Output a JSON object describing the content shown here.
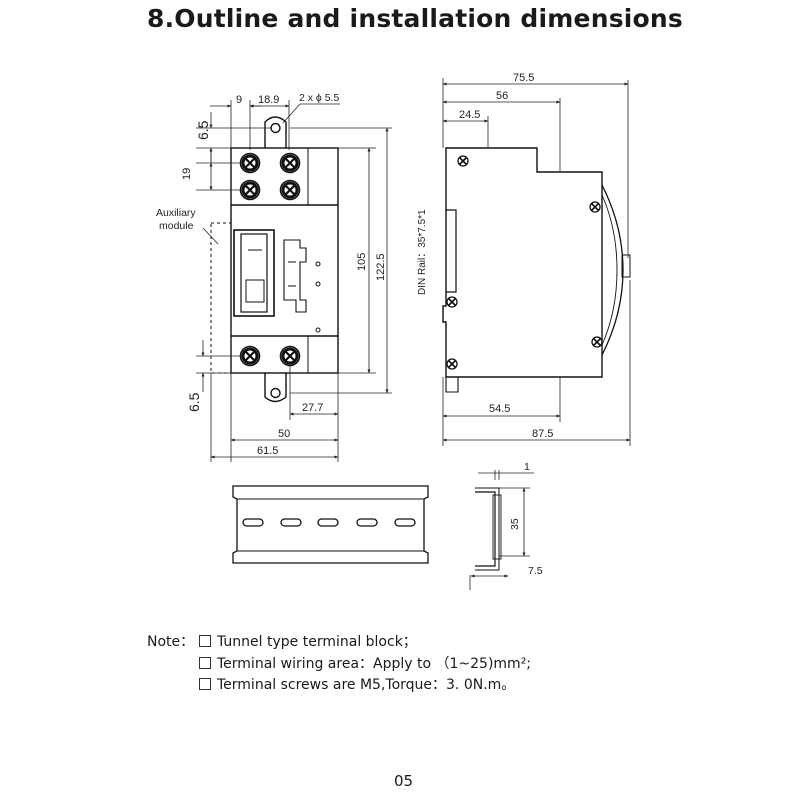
{
  "title": "8.Outline and installation dimensions",
  "front_view": {
    "dims": {
      "d9": "9",
      "d18_9": "18.9",
      "holes": "2 x ϕ 5.5",
      "d6_5_top": "6.5",
      "d19": "19",
      "d105": "105",
      "d122_5": "122.5",
      "d6_5_bottom": "6.5",
      "d27_7": "27.7",
      "d50": "50",
      "d61_5": "61.5"
    },
    "aux_label_line1": "Auxiliary",
    "aux_label_line2": "module"
  },
  "side_view": {
    "dims": {
      "d75_5": "75.5",
      "d56": "56",
      "d24_5": "24.5",
      "din_rail": "DIN Rail：35*7.5*1",
      "d54_5": "54.5",
      "d87_5": "87.5"
    }
  },
  "rail_profile": {
    "dims": {
      "d1": "1",
      "d35": "35",
      "d7_5": "7.5"
    }
  },
  "notes": {
    "prefix": "Note：",
    "items": [
      "Tunnel type terminal block；",
      "Terminal wiring area：Apply to （1~25)mm²;",
      "Terminal screws are M5,Torque：3. 0N.m。"
    ]
  },
  "page_number": "05"
}
